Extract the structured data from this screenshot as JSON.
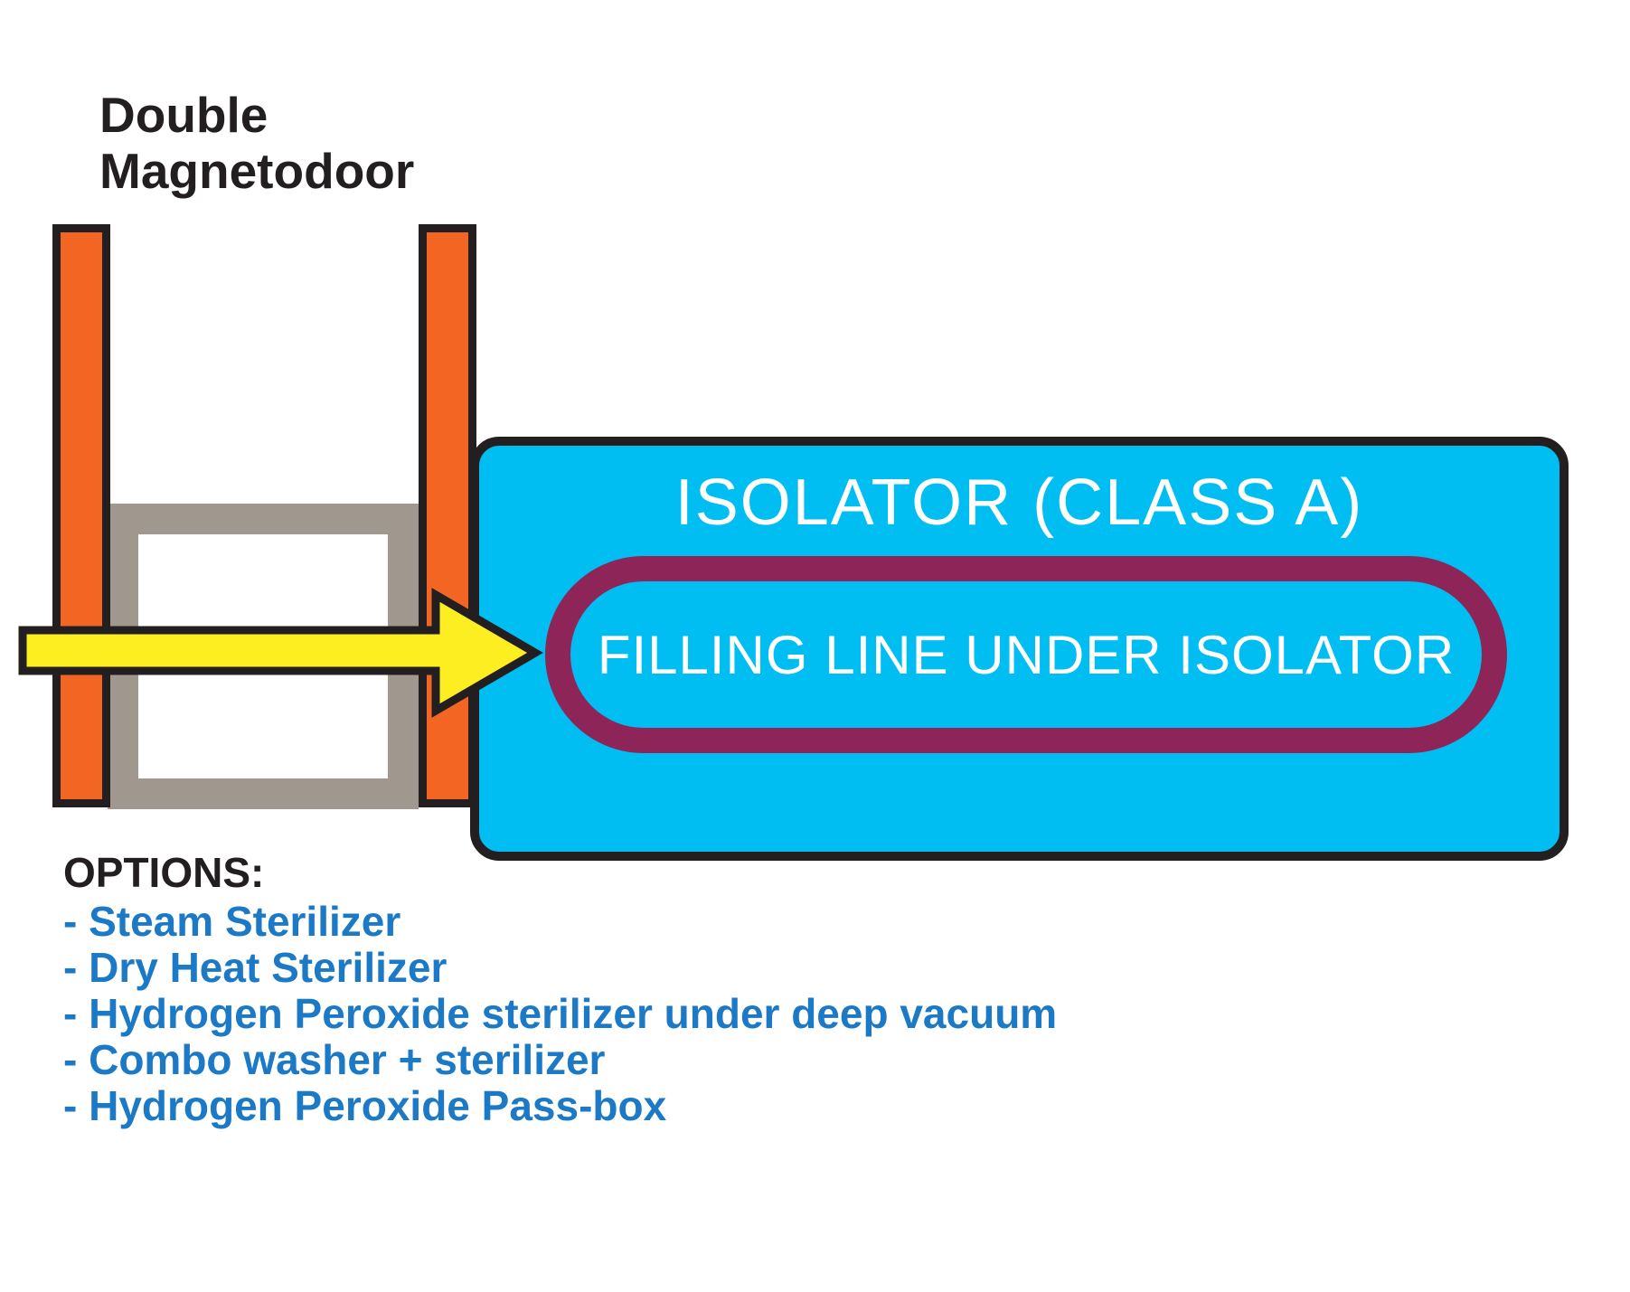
{
  "title": {
    "line1": "Double",
    "line2": "Magnetodoor"
  },
  "isolator": {
    "heading": "ISOLATOR (CLASS A)",
    "inner_label": "FILLING LINE UNDER ISOLATOR"
  },
  "options": {
    "heading": "OPTIONS:",
    "items": [
      "- Steam Sterilizer",
      "- Dry Heat Sterilizer",
      "- Hydrogen Peroxide sterilizer under deep vacuum",
      "- Combo washer + sterilizer",
      "- Hydrogen Peroxide Pass-box"
    ]
  },
  "colors": {
    "door_orange": "#F26522",
    "frame_gray": "#A0988F",
    "isolator_cyan": "#00BDF2",
    "filling_maroon": "#8D2558",
    "arrow_yellow": "#FCEE21",
    "options_blue": "#1B79C5",
    "outline_black": "#231F20"
  }
}
